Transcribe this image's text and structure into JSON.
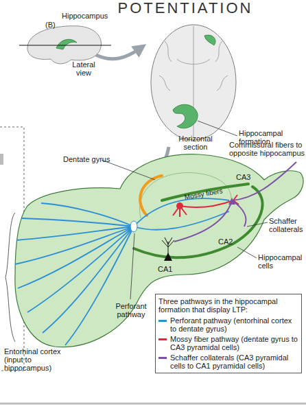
{
  "diagram": {
    "title": "POTENTIATION",
    "labels": [
      "(B)",
      "Hippocampus",
      "Lateral view",
      "Horizontal section",
      "Hippocampal formation",
      "Dentate gyrus",
      "Commissural fibers to opposite hippocampus",
      "CA3",
      "Mossy fibers",
      "Schaffer collaterals",
      "CA2",
      "Hippocampal cells",
      "CA1",
      "Perforant pathway",
      "Entorhinal cortex (input to hippocampus)",
      "Three pathways in the hippocampal formation that display LTP:"
    ],
    "legend": [
      {
        "text": "Perforant pathway (entorhinal cortex to dentate gyrus)",
        "color": "#2a8fd6"
      },
      {
        "text": "Mossy fiber pathway (dentate gyrus to CA3 pyramidal cells)",
        "color": "#e0283c"
      },
      {
        "text": "Schaffer collaterals (CA3 pyramidal cells to CA1 pyramidal cells)",
        "color": "#7b4fa3"
      }
    ]
  }
}
